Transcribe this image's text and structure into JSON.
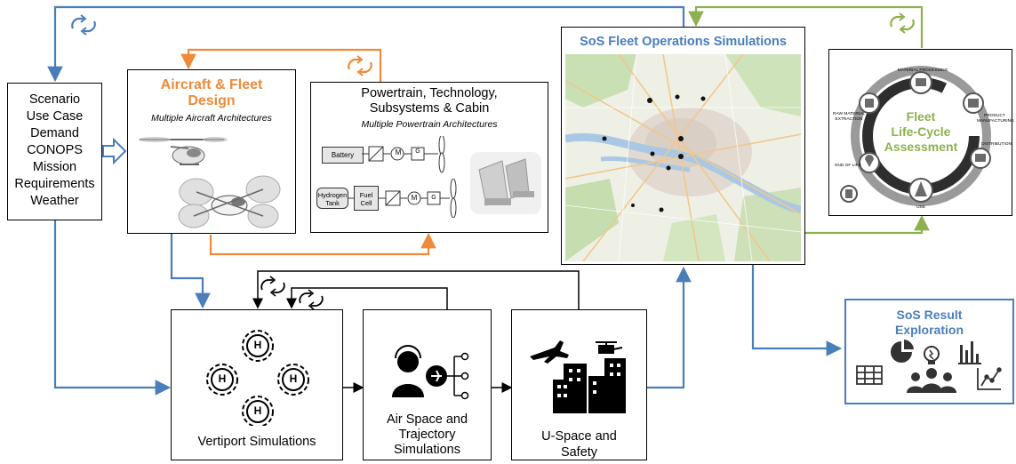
{
  "scenario": {
    "lines": [
      "Scenario",
      "Use Case",
      "Demand",
      "CONOPS",
      "Mission",
      "Requirements",
      "Weather"
    ]
  },
  "aircraft_design": {
    "title_line1": "Aircraft & Fleet",
    "title_line2": "Design",
    "subtitle": "Multiple Aircraft Architectures"
  },
  "powertrain": {
    "title_line1": "Powertrain, Technology,",
    "title_line2": "Subsystems & Cabin",
    "subtitle": "Multiple Powertrain Architectures",
    "row1": {
      "battery": "Battery",
      "motor": "M",
      "gen": "G"
    },
    "row2": {
      "tank_l1": "Hydrogen",
      "tank_l2": "Tank",
      "cell_l1": "Fuel",
      "cell_l2": "Cell",
      "motor": "M",
      "gen": "G"
    }
  },
  "fleet_ops": {
    "title": "SoS Fleet Operations Simulations"
  },
  "lca": {
    "title_l1": "Fleet",
    "title_l2": "Life-Cycle",
    "title_l3": "Assessment",
    "stages": {
      "material_processing": "MATERIAL PROCESSING",
      "raw_material_l1": "RAW MATERIAL",
      "raw_material_l2": "EXTRACTION",
      "product_l1": "PRODUCT",
      "product_l2": "MANUFACTURING",
      "distribution": "DISTRIBUTION",
      "use": "USE",
      "end_of_life": "END OF LIFE"
    }
  },
  "vertiport": {
    "label": "Vertiport Simulations",
    "pad_letter": "H"
  },
  "airspace": {
    "line1": "Air Space and",
    "line2": "Trajectory",
    "line3": "Simulations"
  },
  "uspace": {
    "line1": "U-Space and",
    "line2": "Safety"
  },
  "results": {
    "title_l1": "SoS Result",
    "title_l2": "Exploration"
  },
  "colors": {
    "blue": "#4a7ebb",
    "orange": "#ef8a3a",
    "green": "#8db14e",
    "black": "#000000"
  }
}
